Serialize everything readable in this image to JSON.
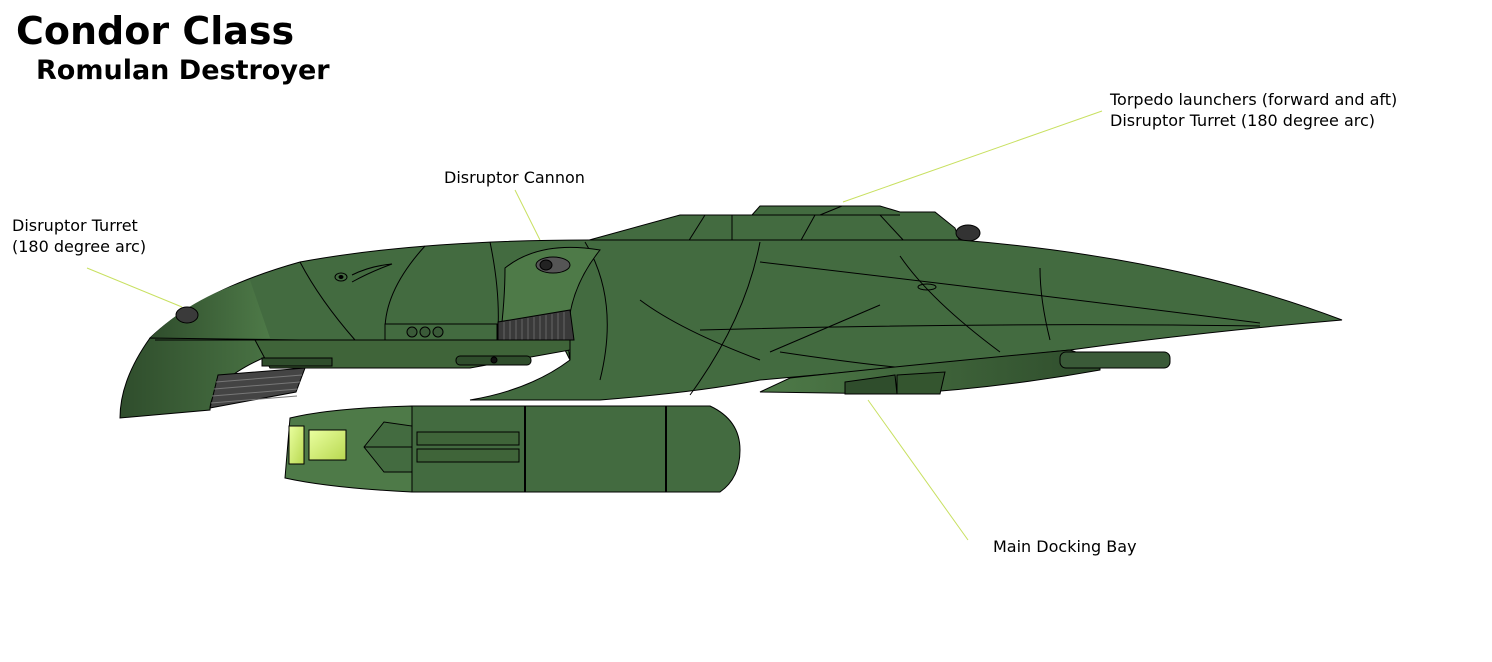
{
  "header": {
    "title": "Condor Class",
    "subtitle": "Romulan Destroyer"
  },
  "callouts": {
    "torpedo": {
      "line1": "Torpedo launchers (forward and aft)",
      "line2": "Disruptor Turret (180 degree arc)"
    },
    "cannon": {
      "line1": "Disruptor Cannon"
    },
    "turret": {
      "line1": "Disruptor Turret",
      "line2": "(180 degree arc)"
    },
    "docking": {
      "line1": "Main Docking Bay"
    }
  },
  "colors": {
    "hull": "#436b40",
    "hull_light": "#4e7a48",
    "hull_dark": "#2f4d2c",
    "leader_line": "#c8e060",
    "window": "#d8f070",
    "vent": "#555555"
  }
}
